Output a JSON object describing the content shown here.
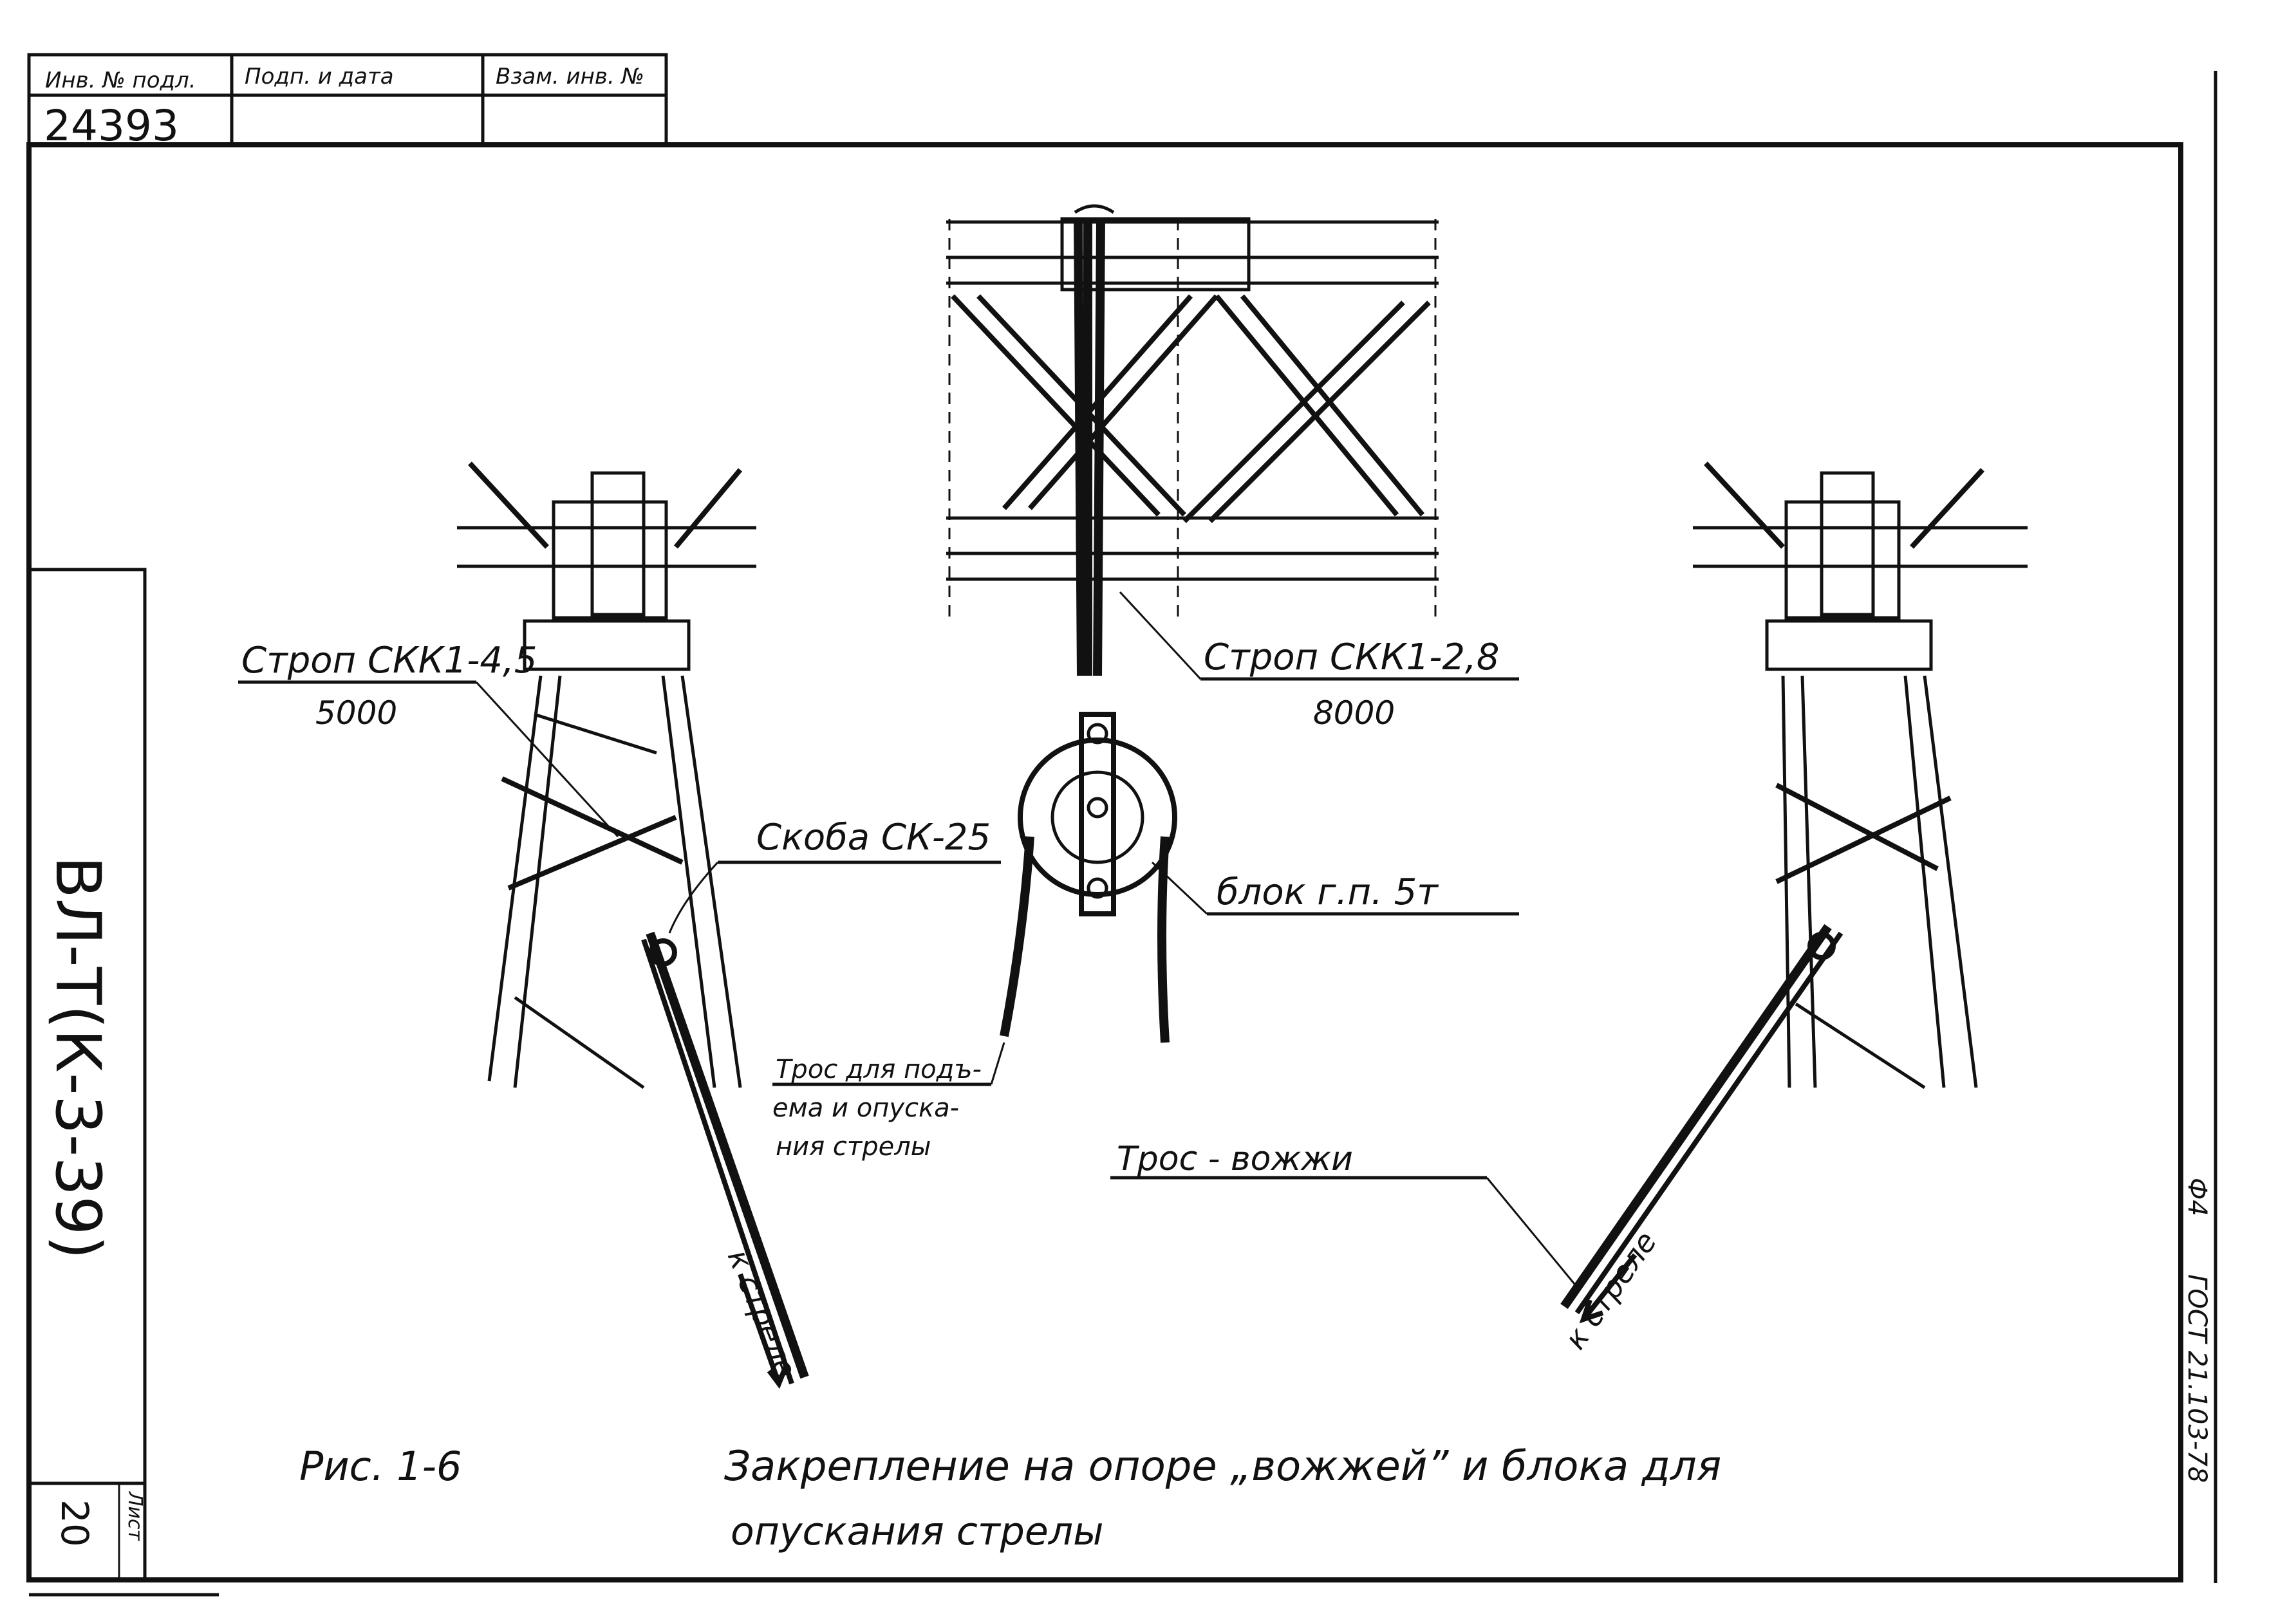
{
  "stamp": {
    "col1_header": "Инв. № подл.",
    "col2_header": "Подп. и дата",
    "col3_header": "Взам. инв. №",
    "inventory_number": "24393"
  },
  "side_code": "ВЛ-Т(К-3-39)",
  "sheet": {
    "label": "Лист",
    "number": "20"
  },
  "format": {
    "size": "Ф4",
    "standard": "ГОСТ 21.103-78"
  },
  "callouts": {
    "sling_left": "Строп СКК1-4,5",
    "sling_left_length": "5000",
    "shackle": "Скоба СК-25",
    "sling_center": "Строп СКК1-2,8",
    "sling_center_length": "8000",
    "block": "блок г.п. 5т",
    "hoist_rope_line1": "Трос для подъ-",
    "hoist_rope_line2": "ема и опуска-",
    "hoist_rope_line3": "ния стрелы",
    "rein_rope": "Трос - вожжи",
    "to_boom_left": "к стреле",
    "to_boom_right": "к стреле"
  },
  "caption": {
    "figure": "Рис. 1-6",
    "title_line1": "Закрепление на опоре „вожжей” и блока для",
    "title_line2": "опускания стрелы"
  }
}
